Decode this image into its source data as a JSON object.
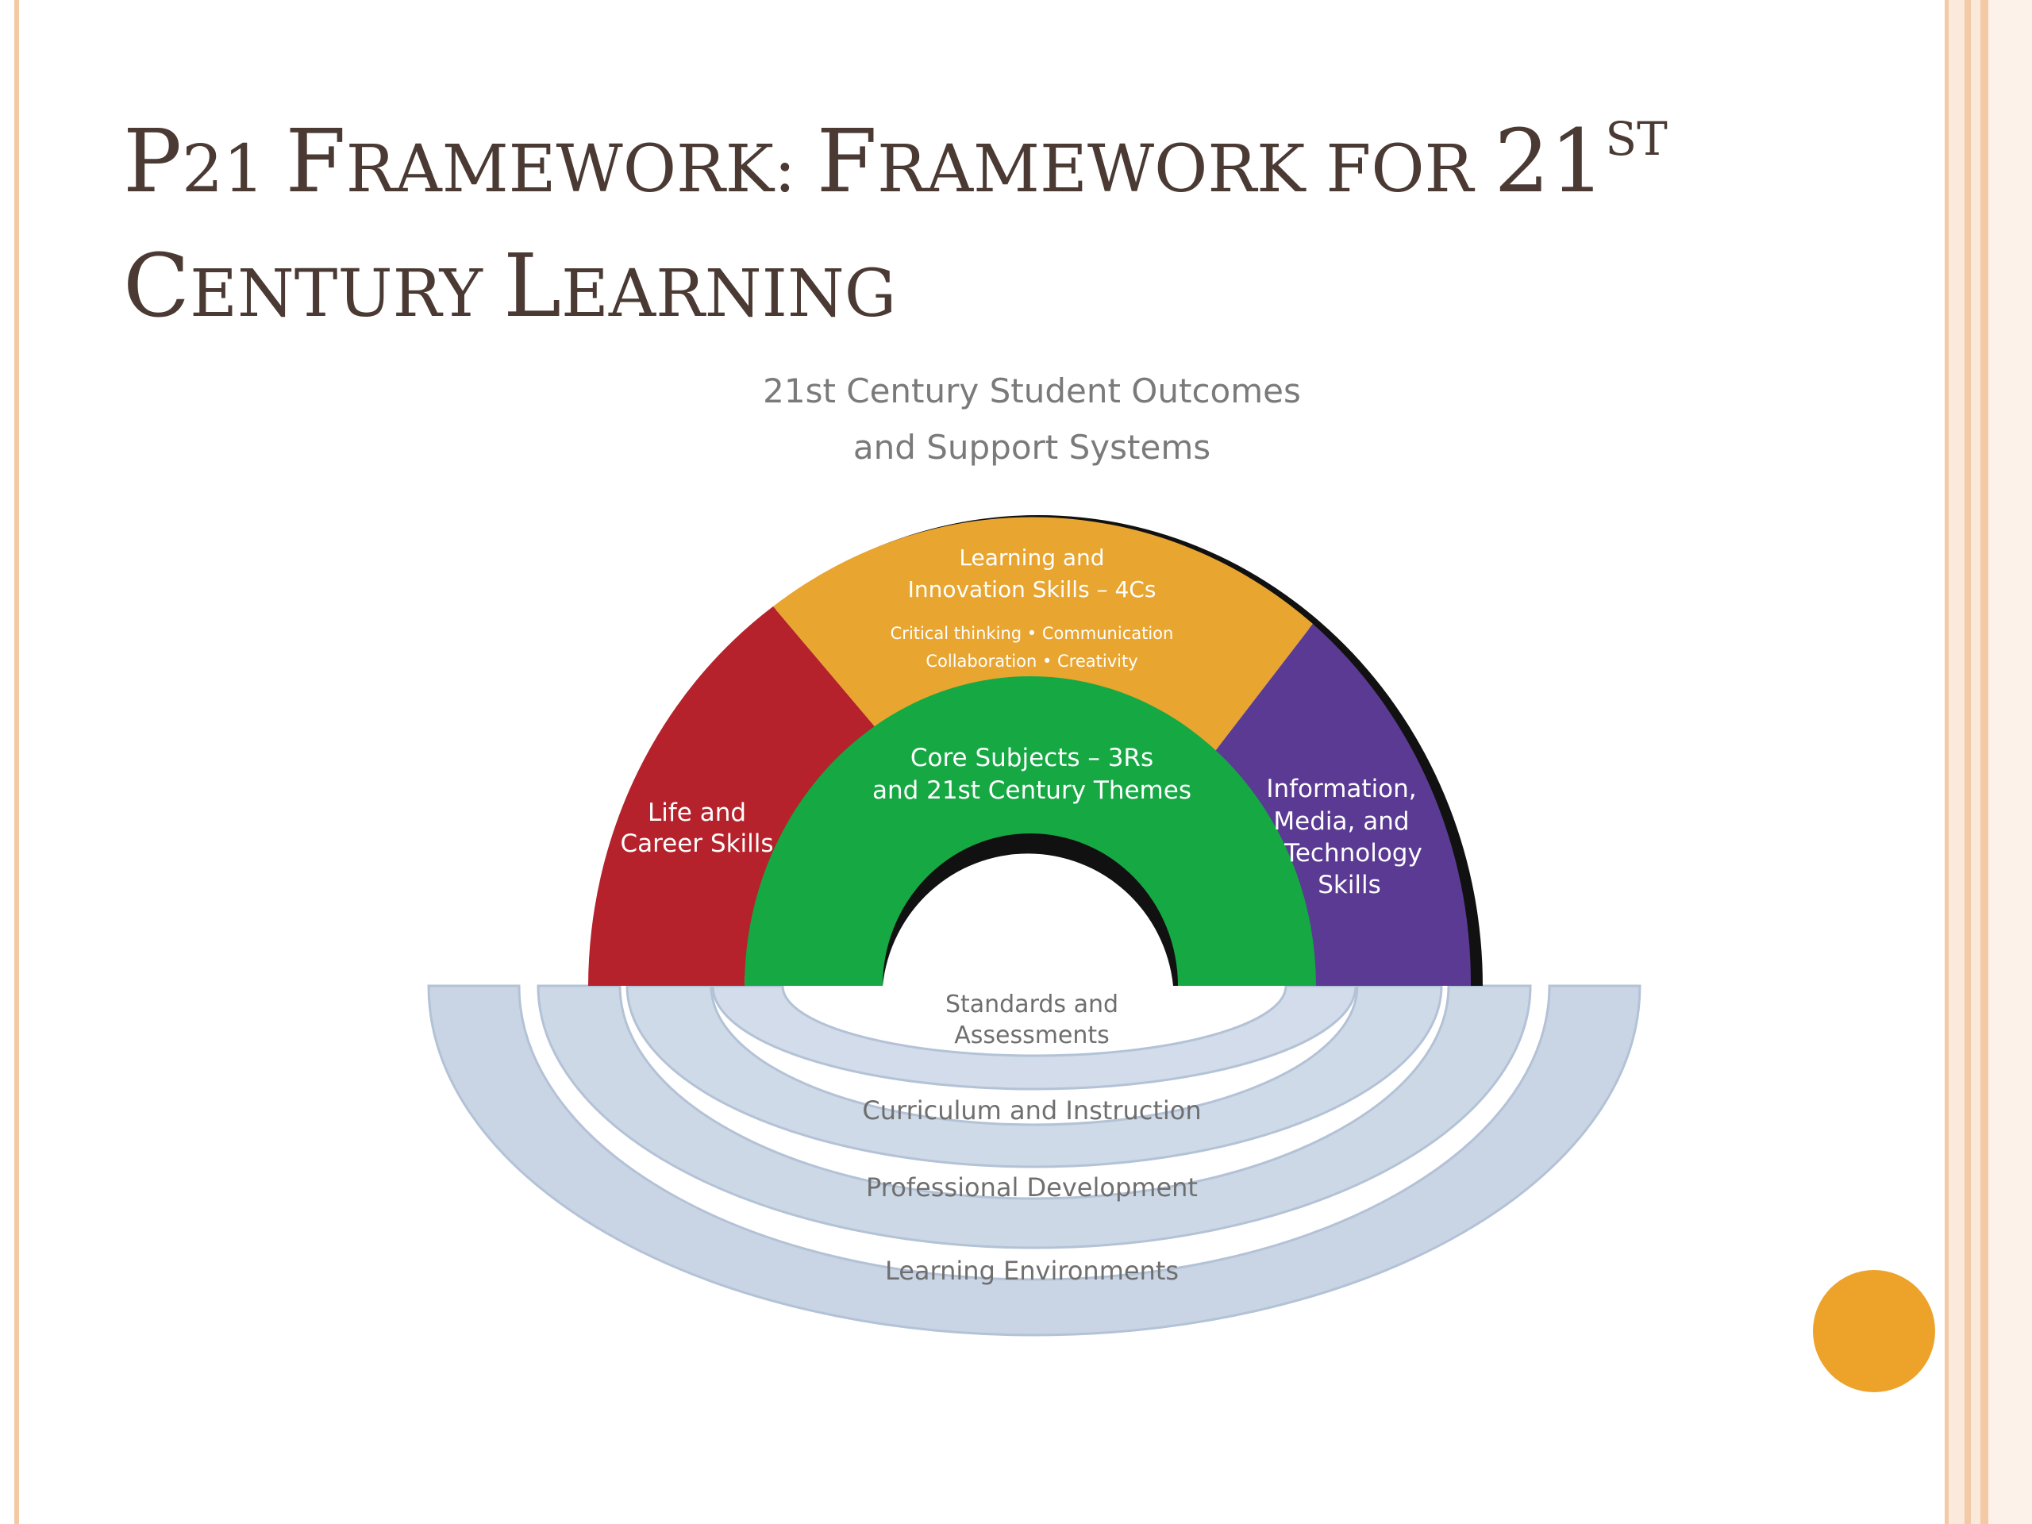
{
  "slide": {
    "title": {
      "line1_cap1": "P",
      "line1_sc1": "21 ",
      "line1_cap2": "F",
      "line1_sc2": "RAMEWORK:  ",
      "line1_cap3": "F",
      "line1_sc3": "RAMEWORK FOR ",
      "line1_num": "21",
      "line1_sup": "ST",
      "line2_cap1": "C",
      "line2_sc1": "ENTURY ",
      "line2_cap2": "L",
      "line2_sc2": "EARNING"
    }
  },
  "diagram": {
    "heading_line1": "21st Century Student Outcomes",
    "heading_line2": "and Support Systems",
    "outcomes": {
      "life_career": [
        "Life and",
        "Career Skills"
      ],
      "learning_innovation": [
        "Learning and",
        "Innovation Skills – 4Cs"
      ],
      "learning_innovation_sub": [
        "Critical thinking • Communication",
        "Collaboration • Creativity"
      ],
      "information_media": [
        "Information,",
        "Media, and",
        "Technology",
        "Skills"
      ],
      "core_subjects": [
        "Core Subjects – 3Rs",
        "and 21st Century Themes"
      ]
    },
    "support_systems": {
      "standards": [
        "Standards and",
        "Assessments"
      ],
      "curriculum": "Curriculum and Instruction",
      "professional": "Professional Development",
      "environments": "Learning Environments"
    },
    "colors": {
      "life_career": "#b5222b",
      "learning_innovation": "#e8a530",
      "information_media": "#5a3a92",
      "core_subjects": "#16a843",
      "rings": "#cfd9e7",
      "frame_accent": "#f3c9a6",
      "dot": "#eda22a"
    }
  }
}
